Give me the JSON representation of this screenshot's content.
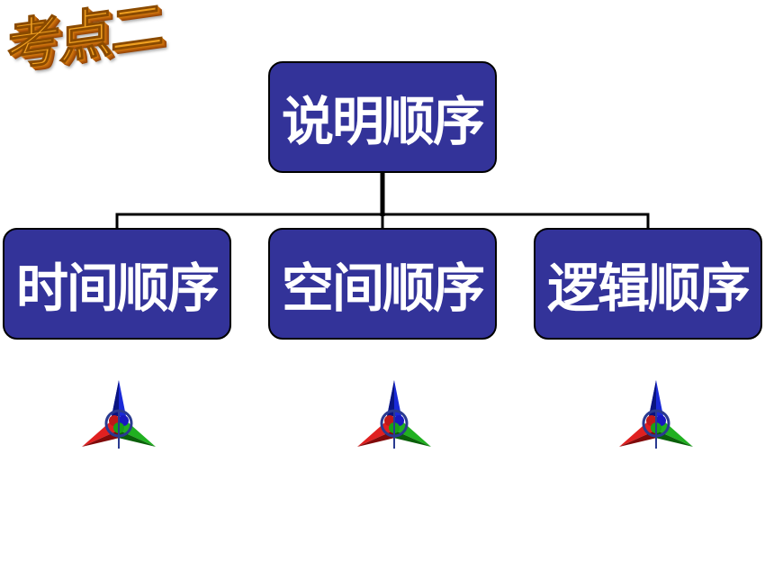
{
  "badge": {
    "text": "考点二"
  },
  "root": {
    "label": "说明顺序"
  },
  "children": [
    {
      "label": "时间顺序"
    },
    {
      "label": "空间顺序"
    },
    {
      "label": "逻辑顺序"
    }
  ],
  "colors": {
    "node_fill": "#333399",
    "node_text": "#ffffff",
    "badge": "#f0a020",
    "connector": "#000000"
  },
  "icons": [
    "compass-star-icon",
    "compass-star-icon",
    "compass-star-icon"
  ]
}
